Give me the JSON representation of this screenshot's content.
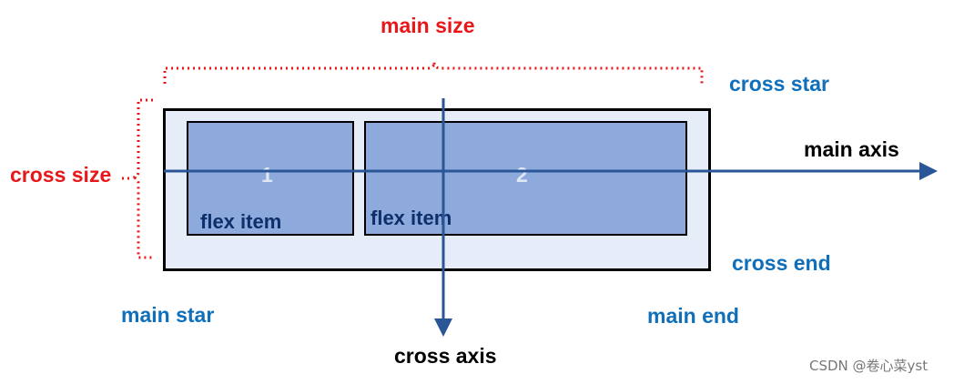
{
  "labels": {
    "main_size": "main size",
    "cross_size": "cross size",
    "cross_start": "cross star",
    "cross_end": "cross end",
    "main_axis": "main axis",
    "cross_axis": "cross axis",
    "main_start": "main star",
    "main_end": "main end"
  },
  "items": [
    {
      "number": "1",
      "label": "flex item"
    },
    {
      "number": "2",
      "label": "flex item"
    }
  ],
  "colors": {
    "red": "#e8171a",
    "blue_label": "#0f6fba",
    "axis": "#2a5597",
    "container_fill": "#e7edf8",
    "item_fill": "#8eaadc"
  },
  "watermark": "CSDN @卷心菜yst"
}
